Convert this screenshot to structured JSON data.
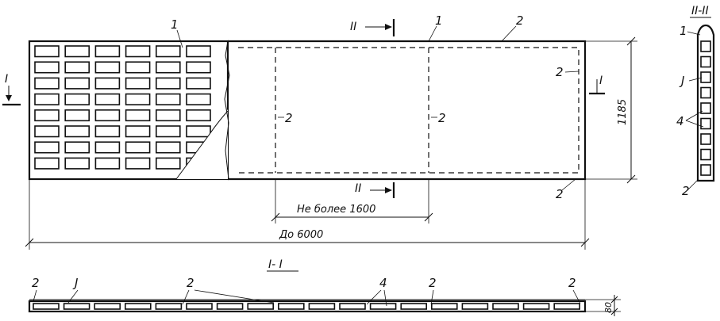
{
  "labels": {
    "one": "1",
    "two": "2",
    "three": "J",
    "four": "4"
  },
  "sections": {
    "s1_mark": "I",
    "s2_mark": "II",
    "s1_title": "I- I",
    "s2_title": "II-II"
  },
  "dimensions": {
    "height": "1185",
    "max_spacing": "Не более 1600",
    "length": "До 6000",
    "thickness": "80"
  },
  "colors": {
    "line": "#111111",
    "background": "#ffffff"
  }
}
